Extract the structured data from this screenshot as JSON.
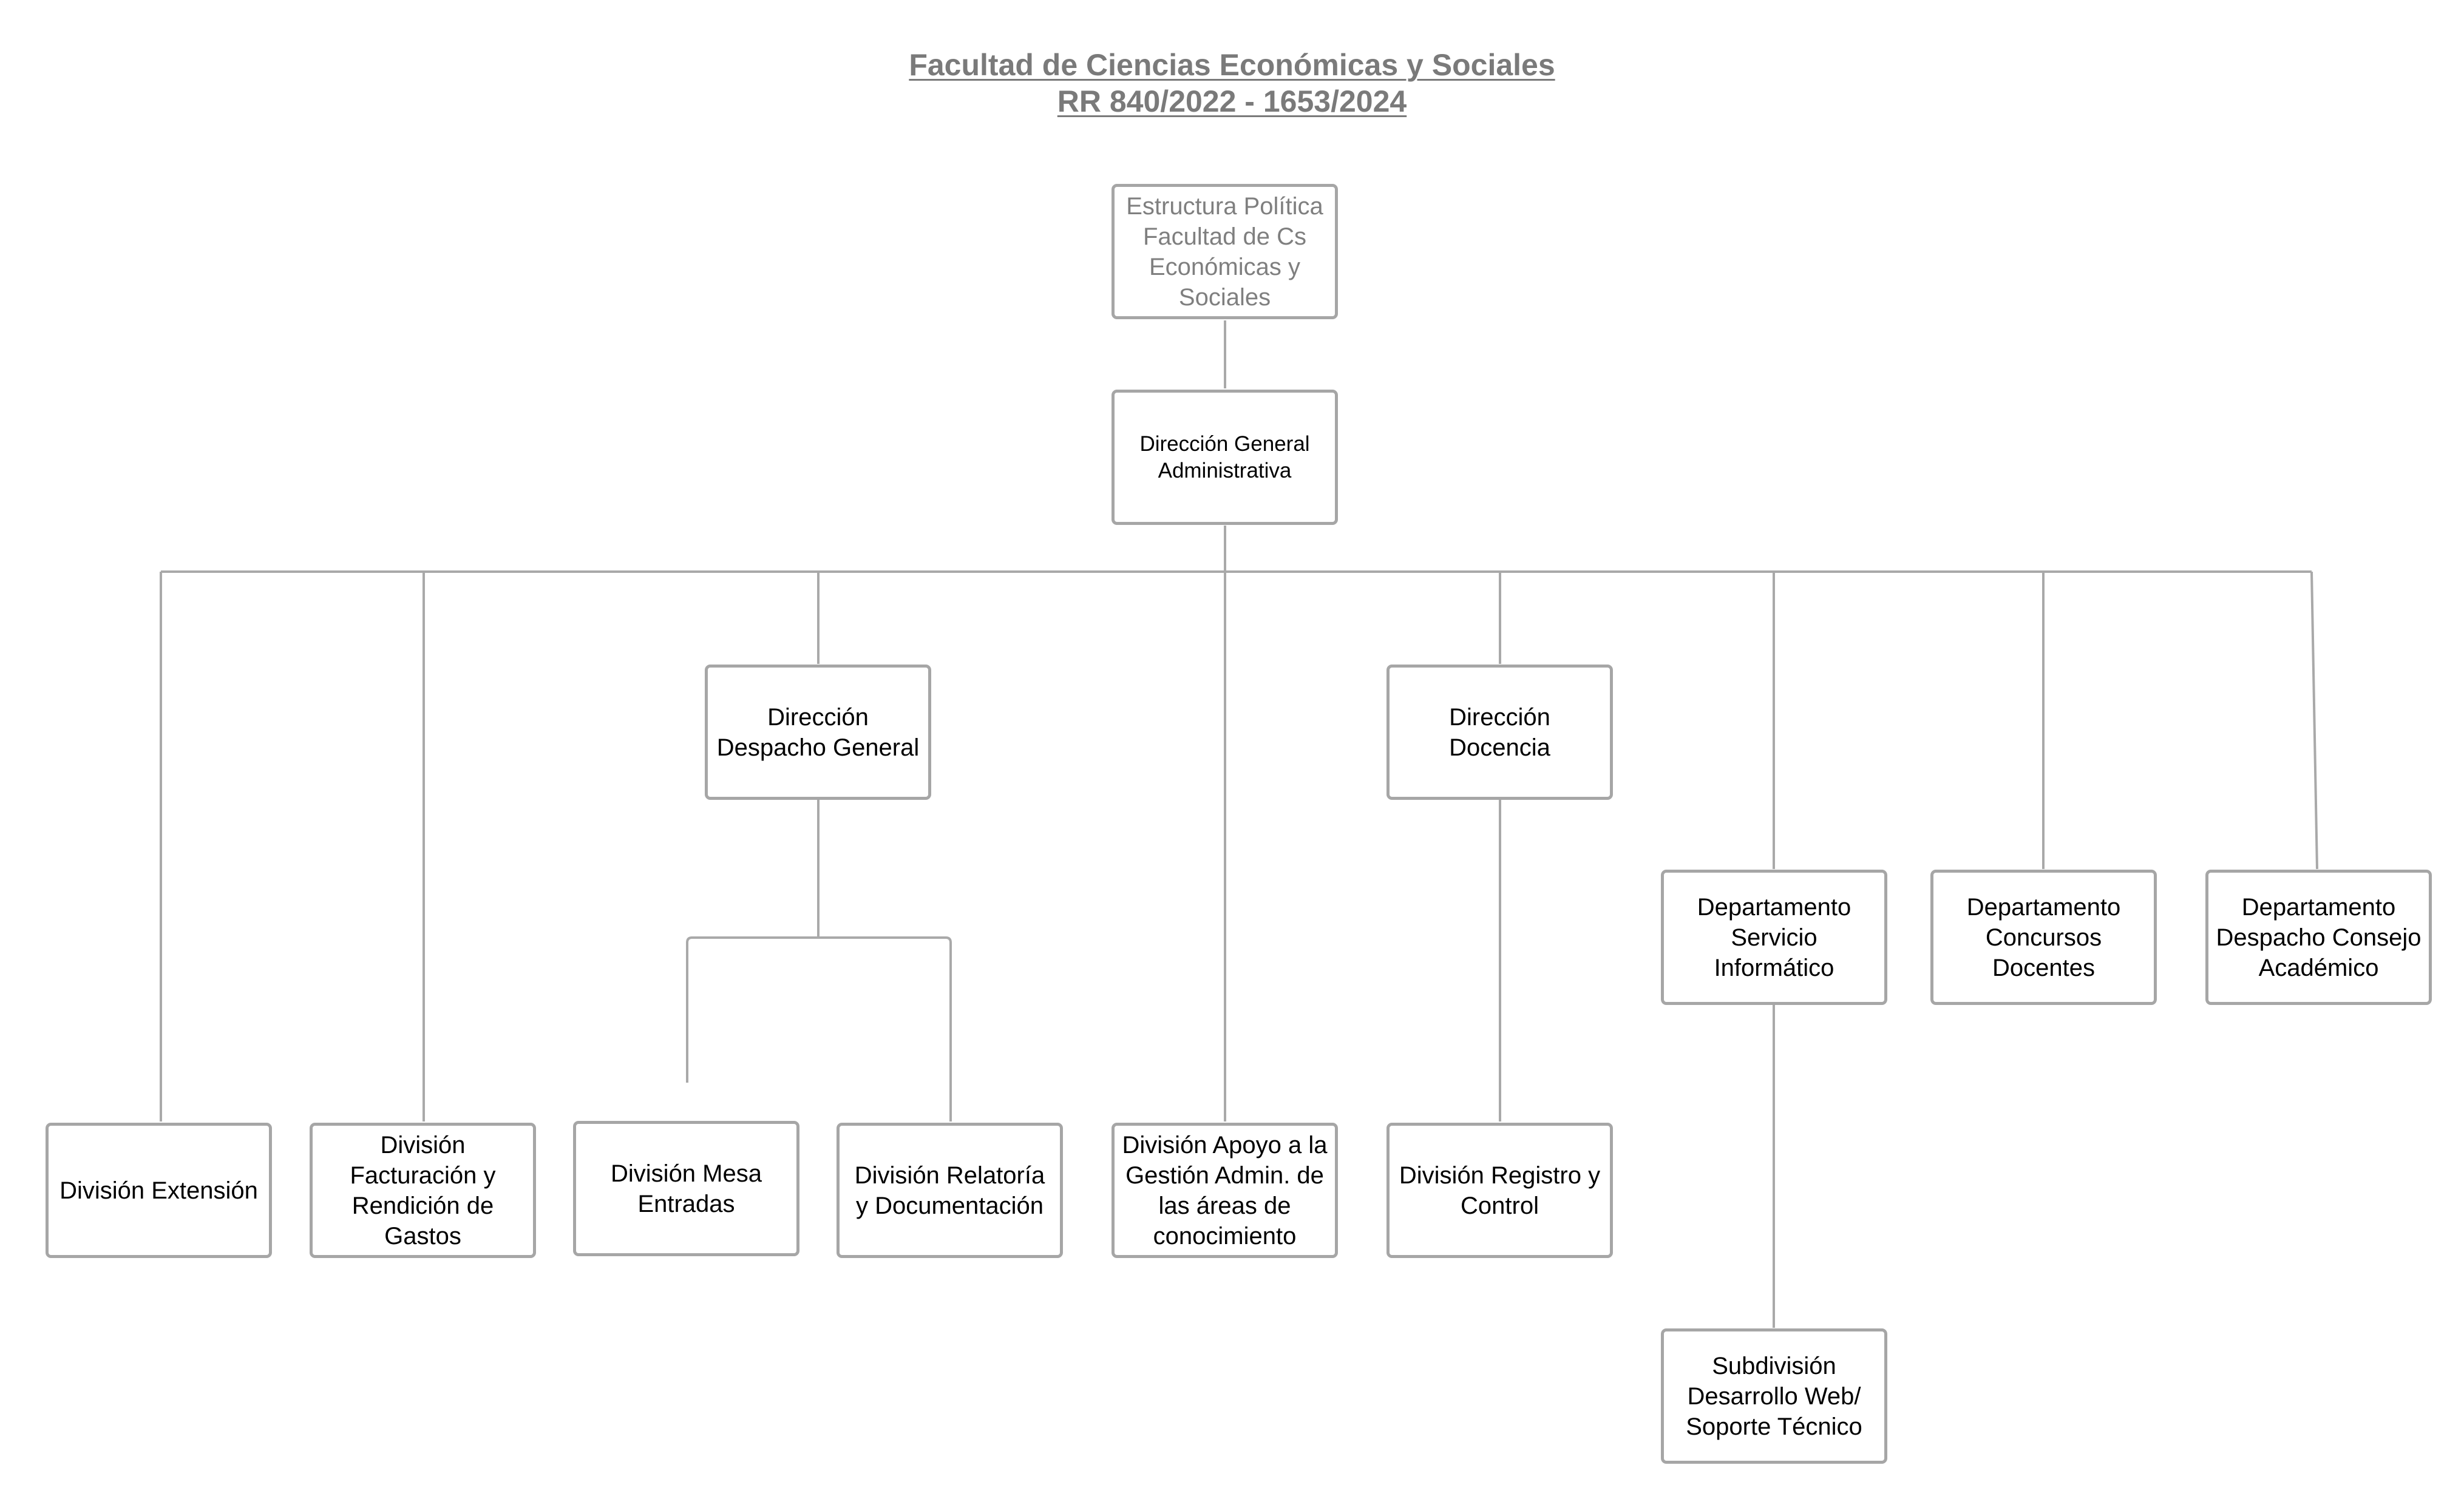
{
  "title": {
    "line1": "Facultad de Ciencias Económicas y Sociales",
    "line2": "RR 840/2022 - 1653/2024"
  },
  "nodes": {
    "root": "Estructura Política\nFacultad de Cs\nEconómicas y\nSociales",
    "dga": "Dirección General\nAdministrativa",
    "despacho_general": "Dirección\nDespacho General",
    "docencia": "Dirección\nDocencia",
    "servicio_informatico": "Departamento\nServicio\nInformático",
    "concursos": "Departamento\nConcursos\nDocentes",
    "consejo": "Departamento\nDespacho Consejo\nAcadémico",
    "extension": "División Extensión",
    "facturacion": "División\nFacturación y\nRendición de\nGastos",
    "mesa_entradas": "División Mesa\nEntradas",
    "relatoria": "División Relatoría\ny Documentación",
    "apoyo": "División Apoyo a la\nGestión Admin. de\nlas áreas de\nconocimiento",
    "registro": "División Registro y\nControl",
    "desarrollo_web": "Subdivisión\nDesarrollo Web/\nSoporte Técnico"
  },
  "colors": {
    "title": "#7a7a7a",
    "border": "#a6a6a6",
    "connector": "#a9a9a9",
    "root_text": "#7f7f7f"
  }
}
